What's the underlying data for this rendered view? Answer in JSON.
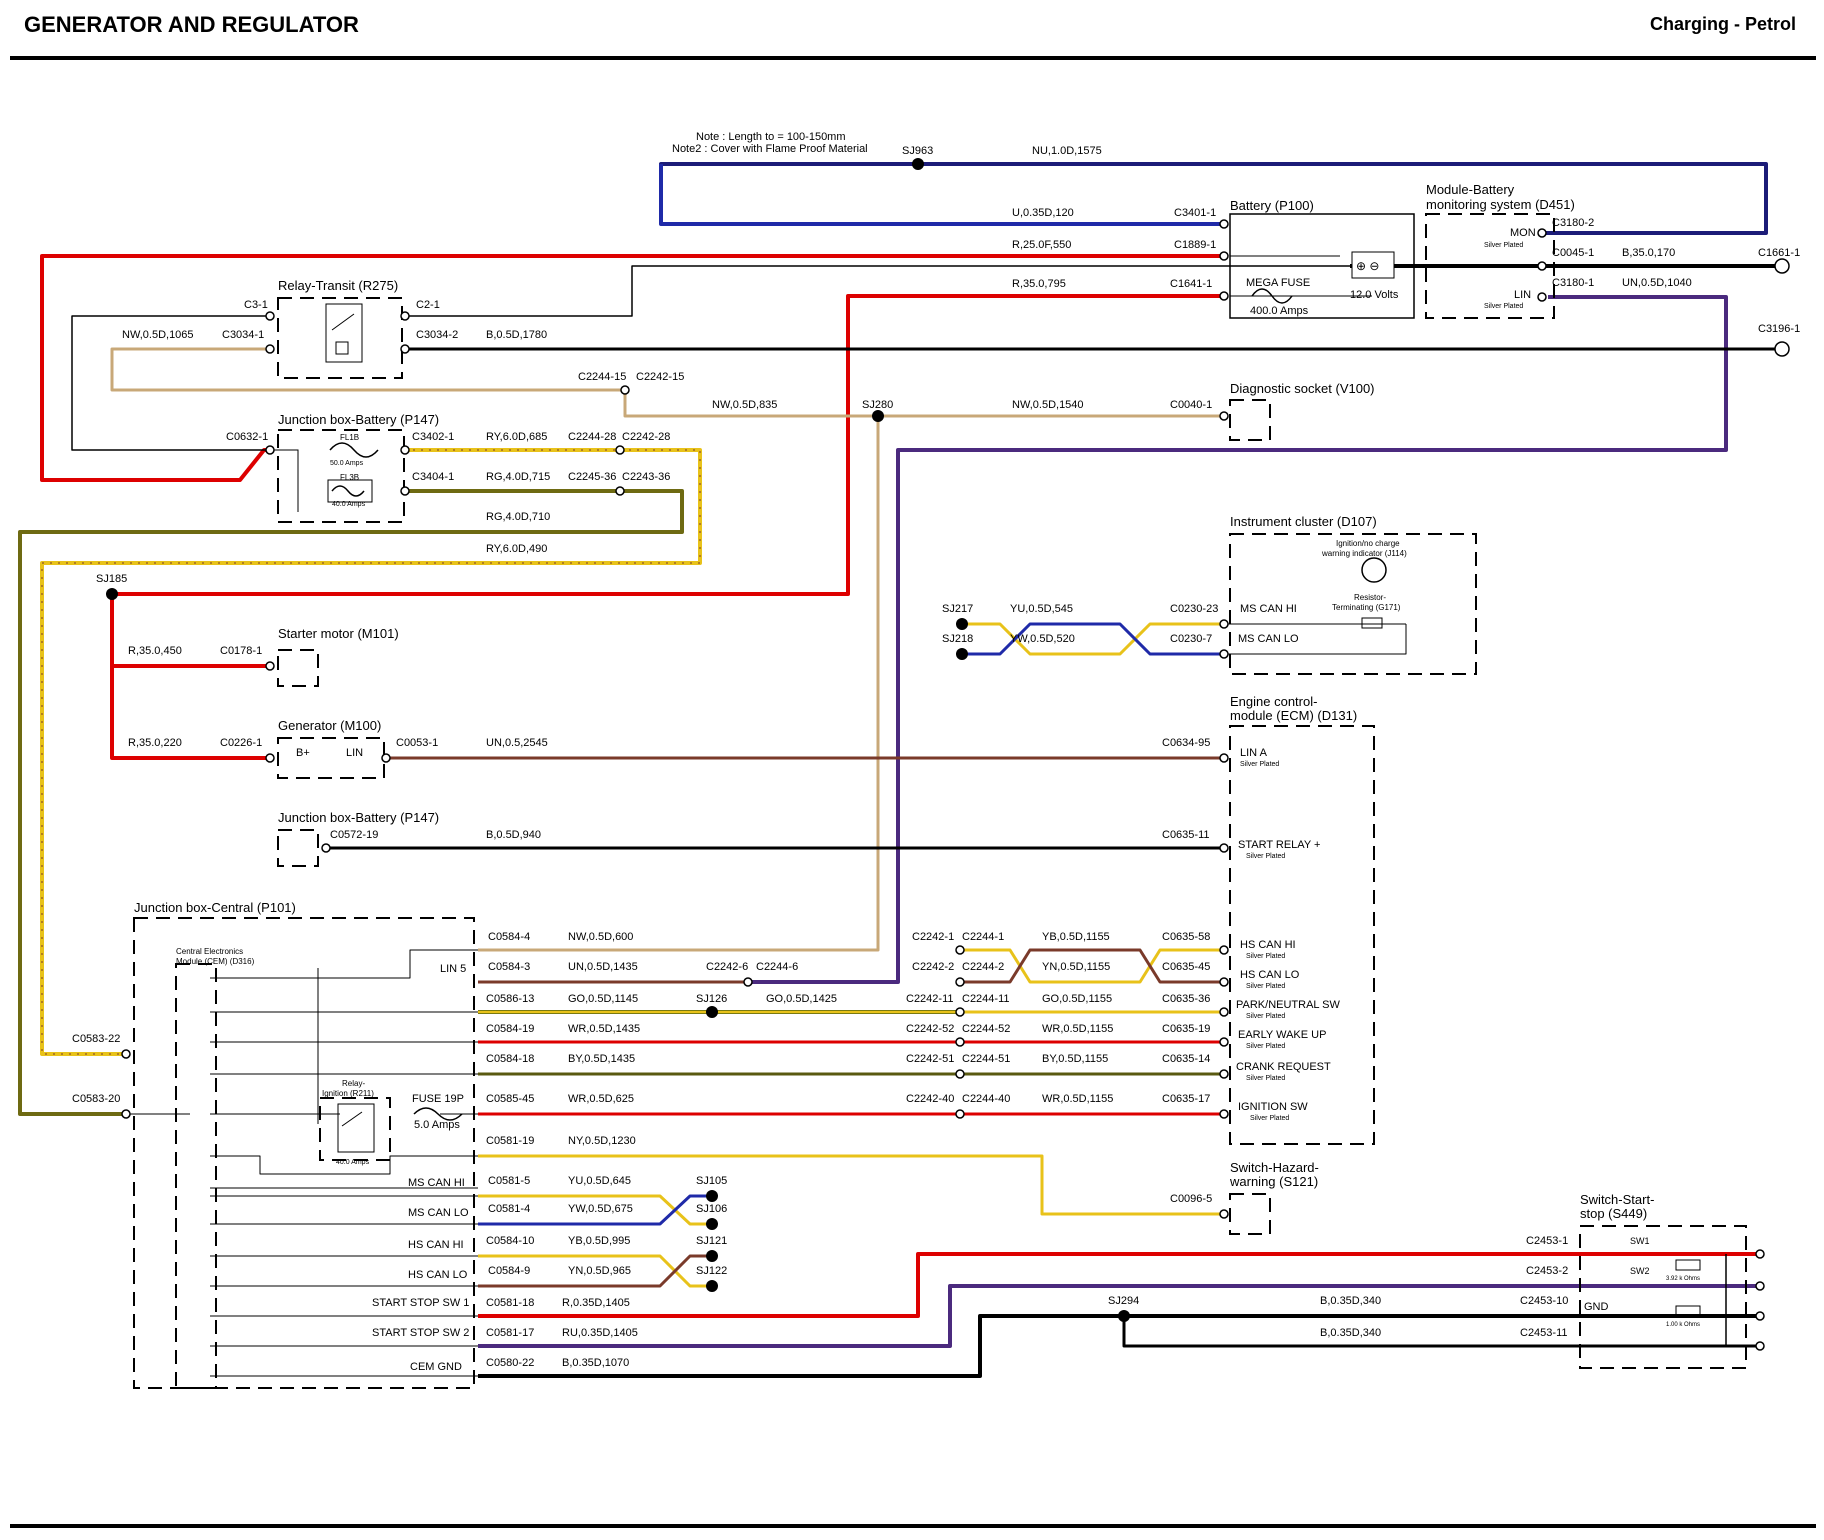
{
  "header": {
    "title": "GENERATOR AND REGULATOR",
    "subtitle": "Charging - Petrol"
  },
  "notes": {
    "note1": "Note : Length to = 100-150mm",
    "note2": "Note2 : Cover with Flame Proof Material"
  },
  "colors": {
    "red": "#dd0000",
    "blue": "#1f2aa8",
    "navy": "#1c1c78",
    "purple": "#4b2a7e",
    "yellow": "#e8c21a",
    "olive": "#6e6a12",
    "tan": "#c8a878",
    "brown": "#7a3a2a",
    "green": "#5a8a1a",
    "black": "#000000"
  },
  "components": {
    "battery": "Battery (P100)",
    "battery_volts": "12.0 Volts",
    "mega_fuse": "MEGA FUSE",
    "mega_amps": "400.0 Amps",
    "bms": "Module-Battery",
    "bms2": "monitoring system (D451)",
    "mon": "MON",
    "lin": "LIN",
    "silver": "Silver Plated",
    "relay_transit": "Relay-Transit (R275)",
    "jbox_batt": "Junction box-Battery (P147)",
    "fl1b": "FL1B",
    "fl1b_amps": "50.0 Amps",
    "fl3b": "FL3B",
    "fl3b_amps": "40.0 Amps",
    "diag": "Diagnostic socket (V100)",
    "cluster": "Instrument cluster (D107)",
    "ign_ind": "Ignition/no charge",
    "ign_ind2": "warning indicator (J114)",
    "res_term": "Resistor-",
    "res_term2": "Terminating (G171)",
    "ms_can_hi": "MS CAN HI",
    "ms_can_lo": "MS CAN LO",
    "starter": "Starter motor (M101)",
    "generator": "Generator (M100)",
    "bplus": "B+",
    "ecm": "Engine control-",
    "ecm2": "module (ECM) (D131)",
    "lin_a": "LIN A",
    "jbox_batt2": "Junction box-Battery (P147)",
    "start_relay": "START RELAY +",
    "jbox_central": "Junction box-Central (P101)",
    "cem": "Central Electronics",
    "cem2": "Module (CEM) (D316)",
    "lin5": "LIN 5",
    "relay_ign": "Relay-",
    "relay_ign2": "Ignition (R211)",
    "relay_ign_amps": "40.0 Amps",
    "fuse19p": "FUSE 19P",
    "fuse19p_amps": "5.0 Amps",
    "hs_can_hi": "HS CAN HI",
    "hs_can_lo": "HS CAN LO",
    "park": "PARK/NEUTRAL SW",
    "early": "EARLY WAKE UP",
    "crank": "CRANK REQUEST",
    "ignsw": "IGNITION SW",
    "hazard": "Switch-Hazard-",
    "hazard2": "warning (S121)",
    "ss_sw": "Switch-Start-",
    "ss_sw2": "stop (S449)",
    "sw1": "SW1",
    "sw2": "SW2",
    "gnd": "GND",
    "ohms1": "3.92 k Ohms",
    "ohms2": "1.00 k Ohms",
    "start_stop_sw1": "START STOP SW 1",
    "start_stop_sw2": "START STOP SW 2",
    "cem_gnd": "CEM GND"
  },
  "connectors": {
    "sj963": "SJ963",
    "c3401_1": "C3401-1",
    "c1889_1": "C1889-1",
    "c1641_1": "C1641-1",
    "c3180_2": "C3180-2",
    "c0045_1": "C0045-1",
    "c3180_1": "C3180-1",
    "c1661_1": "C1661-1",
    "c3196_1": "C3196-1",
    "c3_1": "C3-1",
    "c2_1": "C2-1",
    "c3034_1": "C3034-1",
    "c3034_2": "C3034-2",
    "c2244_15": "C2244-15",
    "c2242_15": "C2242-15",
    "c0632_1": "C0632-1",
    "c3402_1": "C3402-1",
    "c2244_28": "C2244-28",
    "c2242_28": "C2242-28",
    "c3404_1": "C3404-1",
    "c2245_36": "C2245-36",
    "c2243_36": "C2243-36",
    "sj280": "SJ280",
    "c0040_1": "C0040-1",
    "sj185": "SJ185",
    "sj217": "SJ217",
    "sj218": "SJ218",
    "c0230_23": "C0230-23",
    "c0230_7": "C0230-7",
    "c0178_1": "C0178-1",
    "c0226_1": "C0226-1",
    "c0053_1": "C0053-1",
    "c0634_95": "C0634-95",
    "c0572_19": "C0572-19",
    "c0635_11": "C0635-11",
    "c0584_4": "C0584-4",
    "c0584_3": "C0584-3",
    "c2242_6": "C2242-6",
    "c2244_6": "C2244-6",
    "c0586_13": "C0586-13",
    "sj126": "SJ126",
    "c0584_19": "C0584-19",
    "c0584_18": "C0584-18",
    "c0585_45": "C0585-45",
    "c0581_19": "C0581-19",
    "c0583_22": "C0583-22",
    "c0583_20": "C0583-20",
    "c2242_1": "C2242-1",
    "c2244_1": "C2244-1",
    "c2242_2": "C2242-2",
    "c2244_2": "C2244-2",
    "c2242_11": "C2242-11",
    "c2244_11": "C2244-11",
    "c2242_52": "C2242-52",
    "c2244_52": "C2244-52",
    "c2242_51": "C2242-51",
    "c2244_51": "C2244-51",
    "c2242_40": "C2242-40",
    "c2244_40": "C2244-40",
    "c0635_58": "C0635-58",
    "c0635_45": "C0635-45",
    "c0635_36": "C0635-36",
    "c0635_19": "C0635-19",
    "c0635_14": "C0635-14",
    "c0635_17": "C0635-17",
    "c0096_5": "C0096-5",
    "c0581_5": "C0581-5",
    "c0581_4": "C0581-4",
    "sj105": "SJ105",
    "sj106": "SJ106",
    "c0584_10": "C0584-10",
    "c0584_9": "C0584-9",
    "sj121": "SJ121",
    "sj122": "SJ122",
    "c0581_18": "C0581-18",
    "c0581_17": "C0581-17",
    "c0580_22": "C0580-22",
    "sj294": "SJ294",
    "c2453_1": "C2453-1",
    "c2453_2": "C2453-2",
    "c2453_10": "C2453-10",
    "c2453_11": "C2453-11"
  },
  "wires": {
    "nu_1575": "NU,1.0D,1575",
    "u_120": "U,0.35D,120",
    "r_550": "R,25.0F,550",
    "r_795": "R,35.0,795",
    "b_170": "B,35.0,170",
    "un_1040": "UN,0.5D,1040",
    "nw_1065": "NW,0.5D,1065",
    "b_1780": "B,0.5D,1780",
    "nw_835": "NW,0.5D,835",
    "nw_1540": "NW,0.5D,1540",
    "ry_685": "RY,6.0D,685",
    "rg_715": "RG,4.0D,715",
    "rg_710": "RG,4.0D,710",
    "ry_490": "RY,6.0D,490",
    "yu_545": "YU,0.5D,545",
    "yw_520": "YW,0.5D,520",
    "r_450": "R,35.0,450",
    "r_220": "R,35.0,220",
    "un_2545": "UN,0.5,2545",
    "b_940": "B,0.5D,940",
    "nw_600": "NW,0.5D,600",
    "un_1435": "UN,0.5D,1435",
    "go_1145": "GO,0.5D,1145",
    "go_1425": "GO,0.5D,1425",
    "wr_1435": "WR,0.5D,1435",
    "by_1435": "BY,0.5D,1435",
    "wr_625": "WR,0.5D,625",
    "ny_1230": "NY,0.5D,1230",
    "yb_1155": "YB,0.5D,1155",
    "yn_1155": "YN,0.5D,1155",
    "go_1155": "GO,0.5D,1155",
    "wr_1155": "WR,0.5D,1155",
    "by_1155": "BY,0.5D,1155",
    "wr_1155b": "WR,0.5D,1155",
    "yu_645": "YU,0.5D,645",
    "yw_675": "YW,0.5D,675",
    "yb_995": "YB,0.5D,995",
    "yn_965": "YN,0.5D,965",
    "r_1405": "R,0.35D,1405",
    "ru_1405": "RU,0.35D,1405",
    "b_1070": "B,0.35D,1070",
    "b_340a": "B,0.35D,340",
    "b_340b": "B,0.35D,340"
  }
}
